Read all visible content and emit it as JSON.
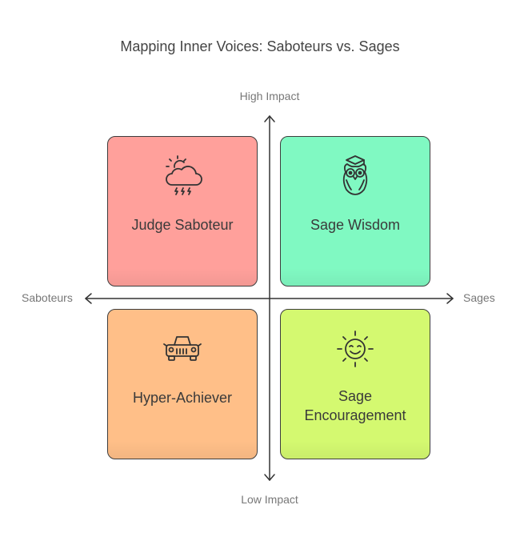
{
  "title": "Mapping Inner Voices: Saboteurs vs. Sages",
  "axes": {
    "top": "High Impact",
    "bottom": "Low Impact",
    "left": "Saboteurs",
    "right": "Sages"
  },
  "quadrants": {
    "top_left": {
      "label_lines": [
        "Judge Saboteur"
      ],
      "icon": "storm-cloud-icon",
      "color": "#ffa09b"
    },
    "top_right": {
      "label_lines": [
        "Sage Wisdom"
      ],
      "icon": "owl-icon",
      "color": "#80f9c2"
    },
    "bottom_left": {
      "label_lines": [
        "Hyper-Achiever"
      ],
      "icon": "car-icon",
      "color": "#ffbf88"
    },
    "bottom_right": {
      "label_lines": [
        "Sage",
        "Encouragement"
      ],
      "icon": "smiling-sun-icon",
      "color": "#d4f970"
    }
  }
}
